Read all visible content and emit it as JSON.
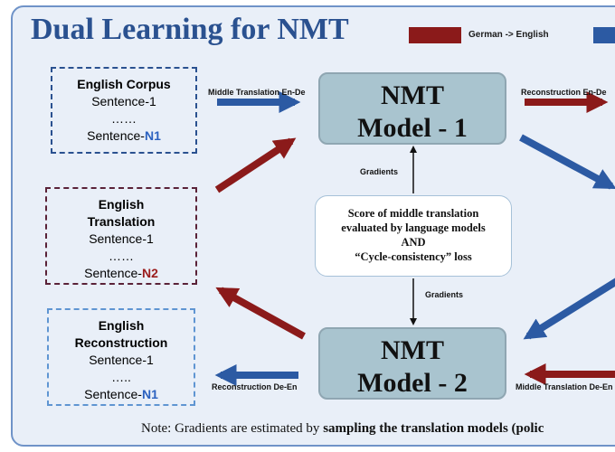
{
  "title": "Dual Learning for NMT",
  "legend": {
    "red_label": "German -> English",
    "red_color": "#8b1a1a",
    "blue_color": "#2c5aa3"
  },
  "corpus": {
    "heading": "English Corpus",
    "line1": "Sentence-1",
    "dots": "……",
    "last_prefix": "Sentence-",
    "last_suffix": "N1"
  },
  "translation": {
    "heading1": "English",
    "heading2": "Translation",
    "line1": "Sentence-1",
    "dots": "……",
    "last_prefix": "Sentence-",
    "last_suffix": "N2"
  },
  "reconstruction": {
    "heading1": "English",
    "heading2": "Reconstruction",
    "line1": "Sentence-1",
    "dots": "…..",
    "last_prefix": "Sentence-",
    "last_suffix": "N1"
  },
  "model1": {
    "line1": "NMT",
    "line2": "Model - 1"
  },
  "model2": {
    "line1": "NMT",
    "line2": "Model - 2"
  },
  "score": {
    "line1": "Score of middle translation",
    "line2": "evaluated by language models",
    "line3": "AND",
    "line4": "“Cycle-consistency” loss"
  },
  "labels": {
    "middle_en_de": "Middle Translation En-De",
    "reconstruction_en_de": "Reconstruction En-De",
    "gradients_top": "Gradients",
    "gradients_bottom": "Gradients",
    "reconstruction_de_en": "Reconstruction De-En",
    "middle_de_en": "Middle Translation De-En"
  },
  "note": {
    "prefix": "Note: Gradients are estimated by ",
    "bold": "sampling the translation models (polic"
  }
}
